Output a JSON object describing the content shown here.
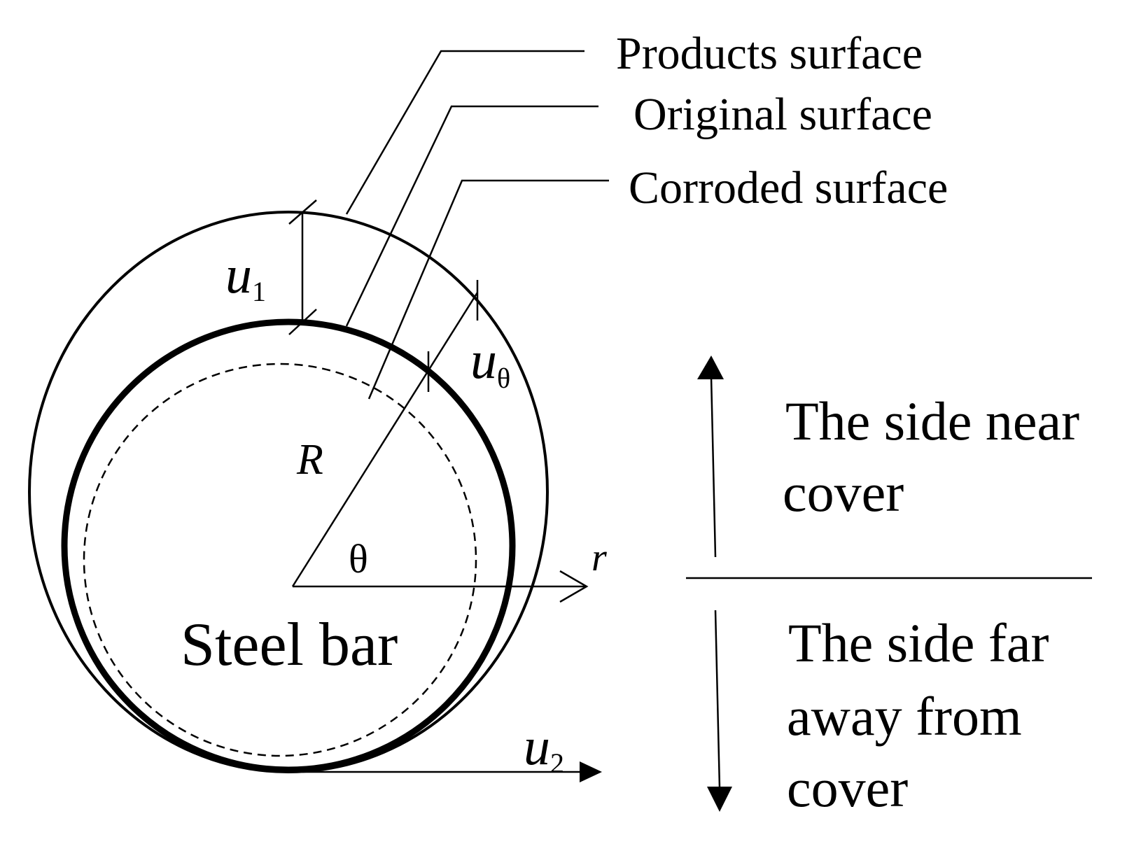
{
  "legend": {
    "products_surface": "Products surface",
    "original_surface": "Original surface",
    "corroded_surface": "Corroded surface"
  },
  "symbols": {
    "u": "u",
    "u1_sub": "1",
    "u_theta_sub": "θ",
    "u2_sub": "2",
    "R": "R",
    "theta": "θ",
    "r": "r"
  },
  "labels": {
    "steel_bar": "Steel bar",
    "near_cover_line1": "The side near",
    "near_cover_line2": "cover",
    "far_cover_line1": "The side far",
    "far_cover_line2": "away from",
    "far_cover_line3": "cover"
  }
}
